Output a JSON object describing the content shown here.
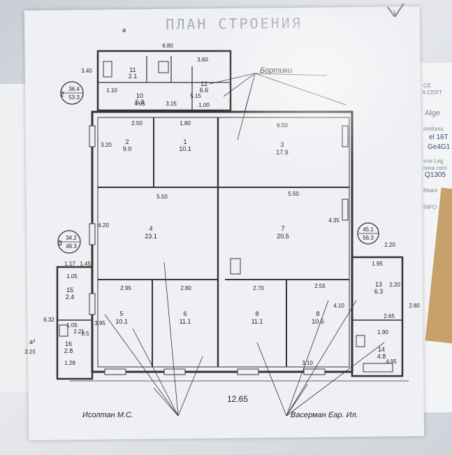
{
  "title": "ПЛАН СТРОЕНИЯ",
  "corner_mark": "V",
  "letter_a": "a",
  "pointer_top": "Бортики",
  "sign_left": "Исолтан М.С.",
  "sign_right": "Васерман Eар. Ил.",
  "total_width": "12.65",
  "side_notes": [
    "CE",
    "A CERT",
    "Alge",
    "rimfoms",
    "el 16T",
    "Ge4G1",
    "vrie Leg",
    "rena cent",
    "Q1305",
    "frbani",
    "INFO"
  ],
  "dimensions": [
    "6.80",
    "3.60",
    "3.40",
    "4.05",
    "3.15",
    "1.00",
    "2.50",
    "1.80",
    "6.50",
    "3.20",
    "5.50",
    "5.50",
    "4.20",
    "4.35",
    "2.95",
    "2.80",
    "2.70",
    "2.55",
    "1.95",
    "2.20",
    "2.20",
    "3.95",
    "4.10",
    "1.05",
    "6.32",
    "1.17",
    "1.05",
    "2.65",
    "2.80",
    "1.90",
    "5.15",
    "3.10",
    "2.21",
    "1.28",
    "1.45",
    "0.5",
    "4.95",
    "1.10"
  ],
  "rooms": [
    {
      "num": "11",
      "area": "2.1"
    },
    {
      "num": "12",
      "area": "6.6"
    },
    {
      "num": "10",
      "area": "5.3"
    },
    {
      "num": "2",
      "area": "9.0"
    },
    {
      "num": "1",
      "area": "10.1"
    },
    {
      "num": "3",
      "area": "17.9"
    },
    {
      "num": "4",
      "area": "23.1"
    },
    {
      "num": "7",
      "area": "20.5"
    },
    {
      "num": "5",
      "area": "10.1"
    },
    {
      "num": "6",
      "area": "11.1"
    },
    {
      "num": "8",
      "area": "11.1"
    },
    {
      "num": "8",
      "area": "10.5"
    },
    {
      "num": "13",
      "area": "6.3"
    },
    {
      "num": "15",
      "area": "2.4"
    },
    {
      "num": "16",
      "area": "2.8"
    },
    {
      "num": "14",
      "area": "4.8"
    }
  ],
  "circles": [
    {
      "num": "2",
      "top": "36.4",
      "bottom": "53.3"
    },
    {
      "num": "3",
      "top": "34.2",
      "bottom": "49.3"
    },
    {
      "num": "",
      "top": "45.1",
      "bottom": "56.3"
    }
  ],
  "note_a3": "a³",
  "note_a3_val": "3.15"
}
